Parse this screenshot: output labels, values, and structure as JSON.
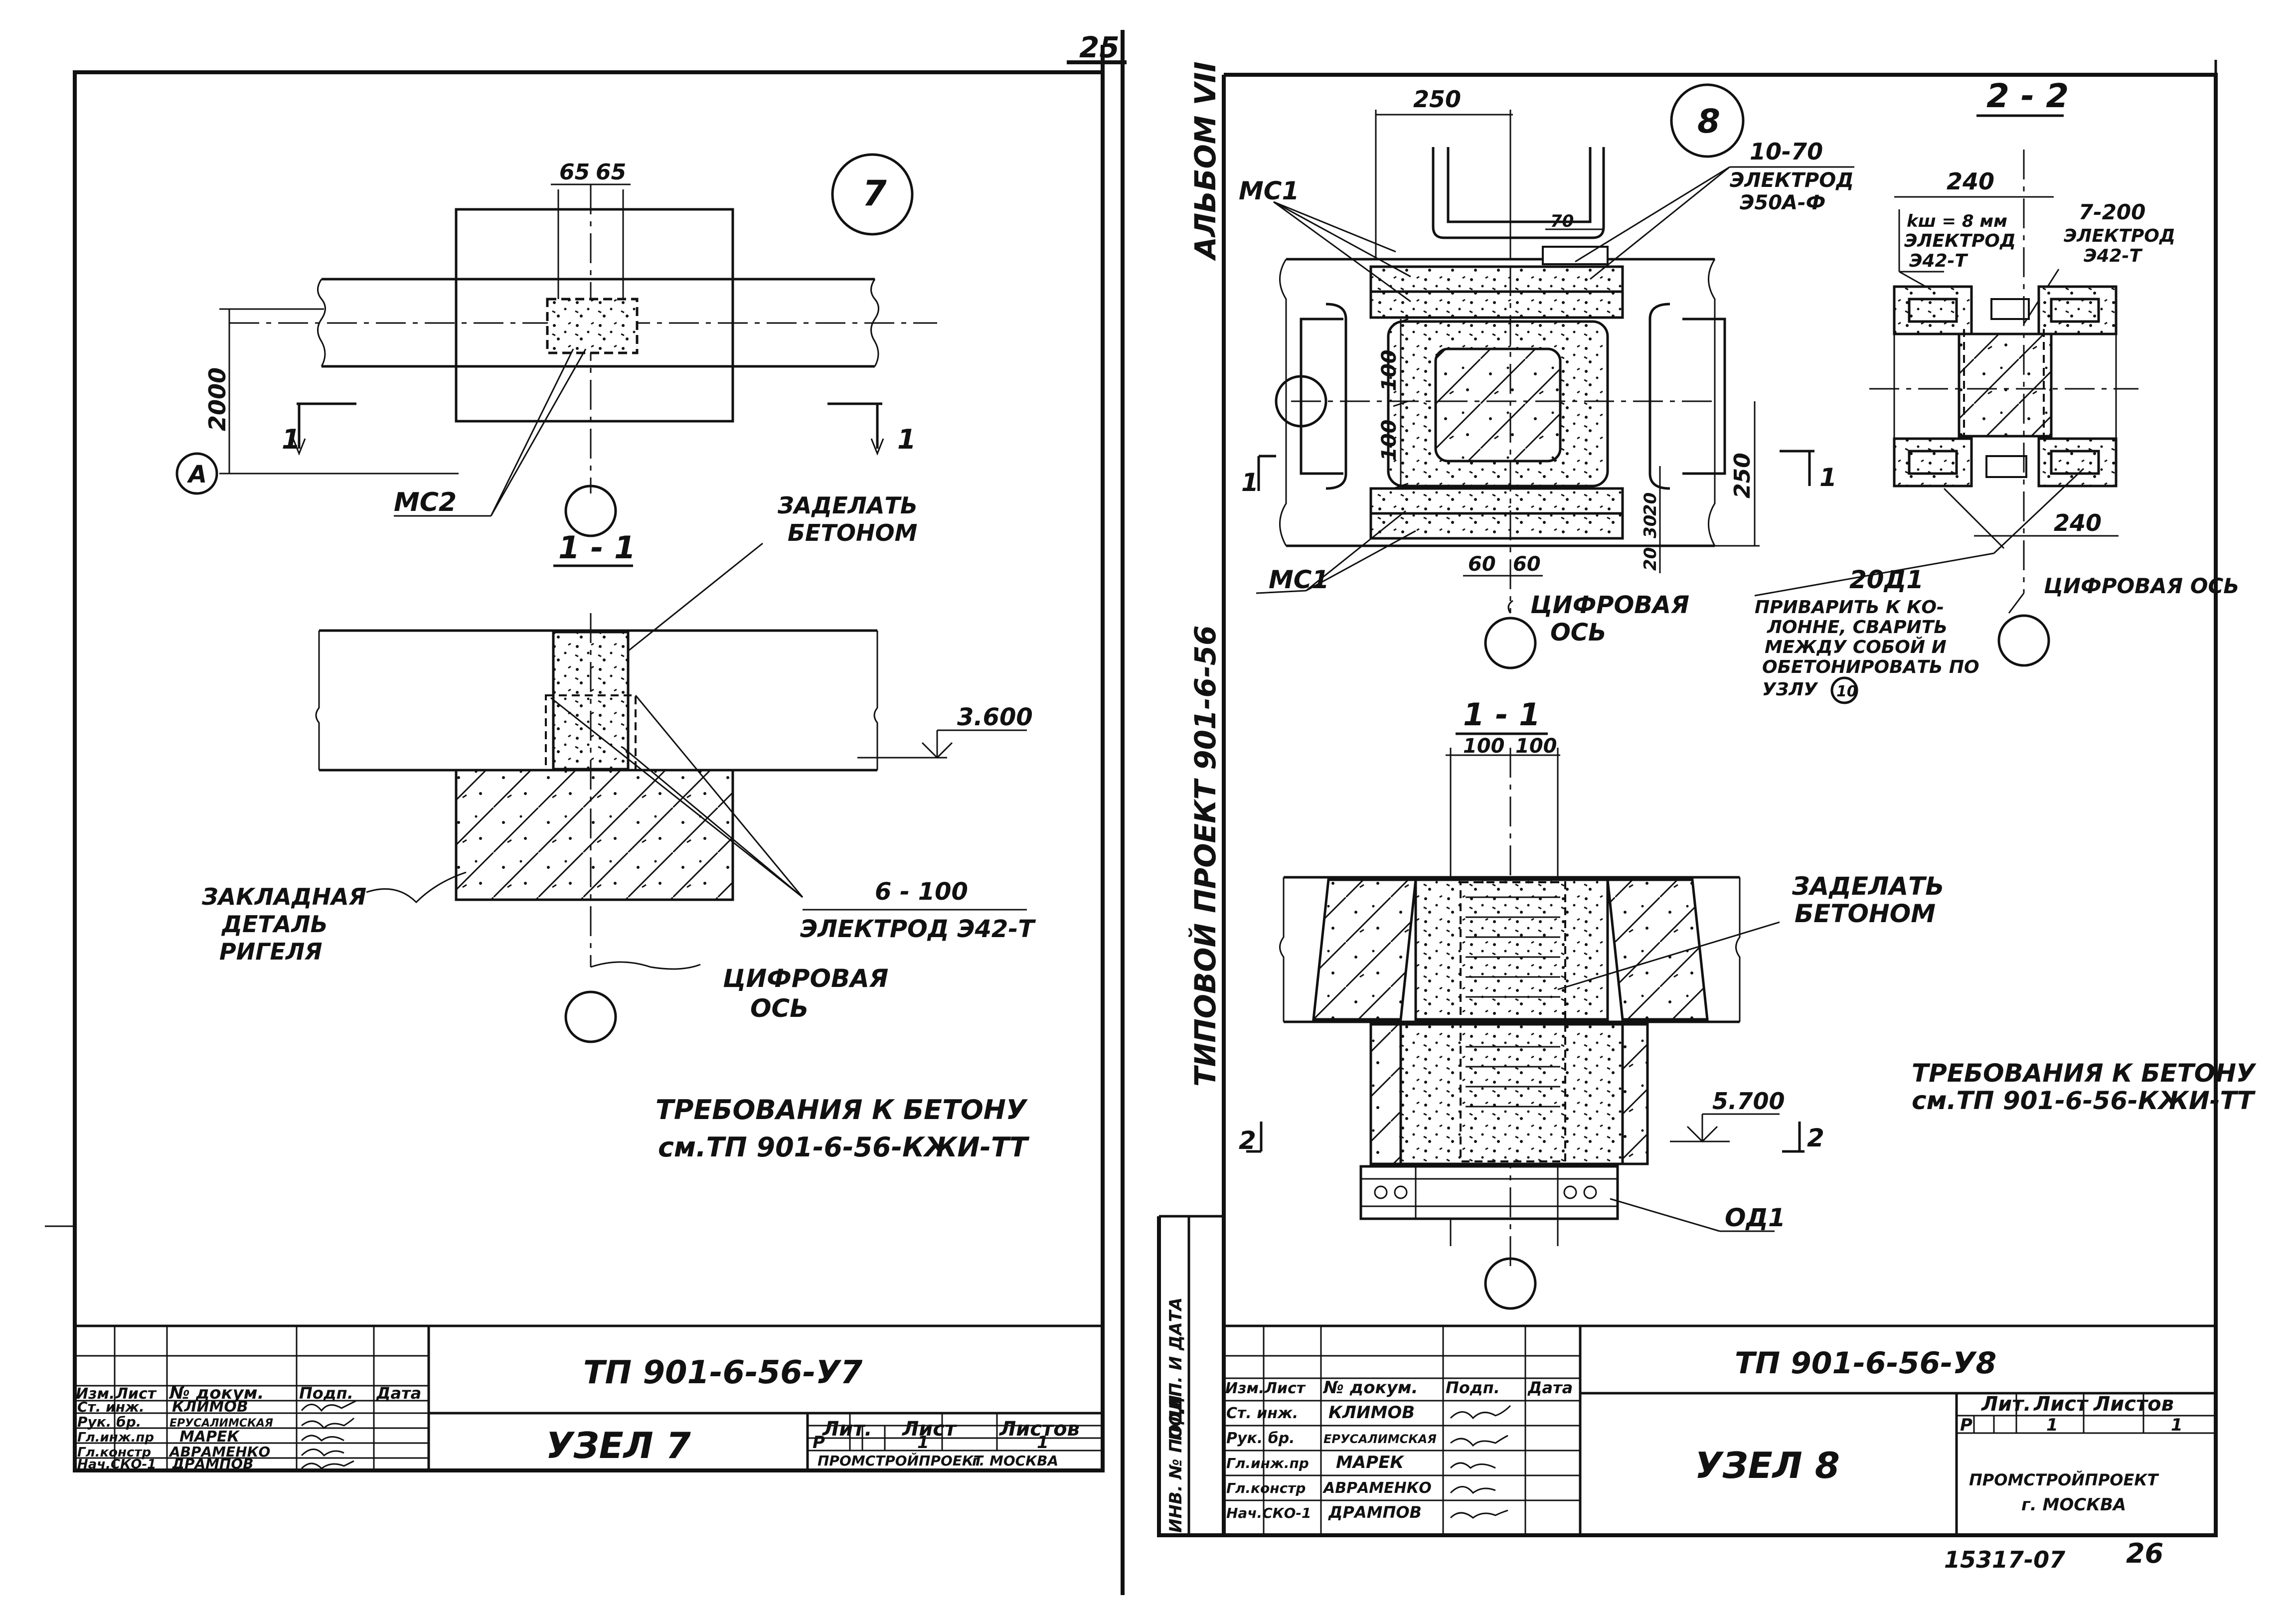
{
  "sheet_left": {
    "page_number": "25",
    "node_circle": "7",
    "dim_top_1": "65",
    "dim_top_2": "65",
    "dim_left": "2000",
    "axis_letter": "A",
    "section_mark": "1",
    "ms2": "МС2",
    "section_title": "1 - 1",
    "fill_concrete_1": "ЗАДЕЛАТЬ",
    "fill_concrete_2": "БЕТОНОМ",
    "elevation": "3.600",
    "embedded_1": "ЗАКЛАДНАЯ",
    "embedded_2": "ДЕТАЛЬ",
    "embedded_3": "РИГЕЛЯ",
    "weld_1": "6 - 100",
    "weld_2": "ЭЛЕКТРОД Э42-Т",
    "axis_1": "ЦИФРОВАЯ",
    "axis_2": "ОСЬ",
    "req_1": "ТРЕБОВАНИЯ К БЕТОНУ",
    "req_2": "см.ТП 901-6-56-КЖИ-ТТ",
    "code": "ТП 901-6-56-У7",
    "title": "УЗЕЛ 7",
    "org_1": "ПРОМСТРОЙПРОЕКТ",
    "org_2": "г. МОСКВА",
    "lit_value": "Р",
    "sheet_value": "1",
    "sheets_value": "1"
  },
  "sheet_right": {
    "album": "АЛЬБОМ VII",
    "project": "ТИПОВОЙ ПРОЕКТ 901-6-56",
    "inv": "ИНВ. № ПОДЛ",
    "sign_date": "ПОДП. И ДАТА",
    "node_circle": "8",
    "dim_250_top": "250",
    "ms1_top": "МС1",
    "weld_a": "10-70",
    "weld_a2": "ЭЛЕКТРОД",
    "weld_a3": "Э50А-Ф",
    "dim_70": "70",
    "dim_100_a": "100",
    "dim_100_b": "100",
    "dim_250_side": "250",
    "dim_20_a": "20",
    "dim_30": "30",
    "dim_20_b": "20",
    "dim_60_a": "60",
    "dim_60_b": "60",
    "ms1_bottom": "МС1",
    "section_mark": "1",
    "axis_1": "ЦИФРОВАЯ",
    "axis_2": "ОСЬ",
    "section_22": "2 - 2",
    "dim_240_top": "240",
    "kw": "kш = 8 мм",
    "el_1": "ЭЛЕКТРОД",
    "el_2": "Э42-Т",
    "weld_b": "7-200",
    "weld_b2": "ЭЛЕКТРОД",
    "weld_b3": "Э42-Т",
    "dim_240_bottom": "240",
    "od_20": "20Д1",
    "note_1": "ПРИВАРИТЬ К КО-",
    "note_2": "ЛОННЕ, СВАРИТЬ",
    "note_3": "МЕЖДУ СОБОЙ И",
    "note_4": "ОБЕТОНИРОВАТЬ ПО",
    "note_5": "УЗЛУ",
    "note_ref": "10",
    "axis_right": "ЦИФРОВАЯ ОСЬ",
    "section_title": "1 - 1",
    "dim_s1": "100",
    "dim_s2": "100",
    "fill_concrete_1": "ЗАДЕЛАТЬ",
    "fill_concrete_2": "БЕТОНОМ",
    "req_1": "ТРЕБОВАНИЯ К БЕТОНУ",
    "req_2": "см.ТП 901-6-56-КЖИ-ТТ",
    "elevation": "5.700",
    "section_mark2": "2",
    "od1": "ОД1",
    "code": "ТП 901-6-56-У8",
    "title": "УЗЕЛ 8",
    "org_1": "ПРОМСТРОЙПРОЕКТ",
    "org_2": "г. МОСКВА",
    "lit_value": "Р",
    "sheet_value": "1",
    "sheets_value": "1",
    "bottom_number": "15317-07",
    "page_number": "26"
  },
  "title_block": {
    "h_izm": "Изм.",
    "h_list": "Лист",
    "h_doc": "№ докум.",
    "h_sign": "Подп.",
    "h_date": "Дата",
    "roles": [
      "Ст. инж.",
      "Рук. бр.",
      "Гл.инж.пр",
      "Гл.констр",
      "Нач.СКО-1"
    ],
    "names": [
      "КЛИМОВ",
      "ЕРУСАЛИМСКАЯ",
      "МАРЕК",
      "АВРАМЕНКО",
      "ДРАМПОВ"
    ],
    "lit": "Лит.",
    "sheet": "Лист",
    "sheets": "Листов"
  }
}
